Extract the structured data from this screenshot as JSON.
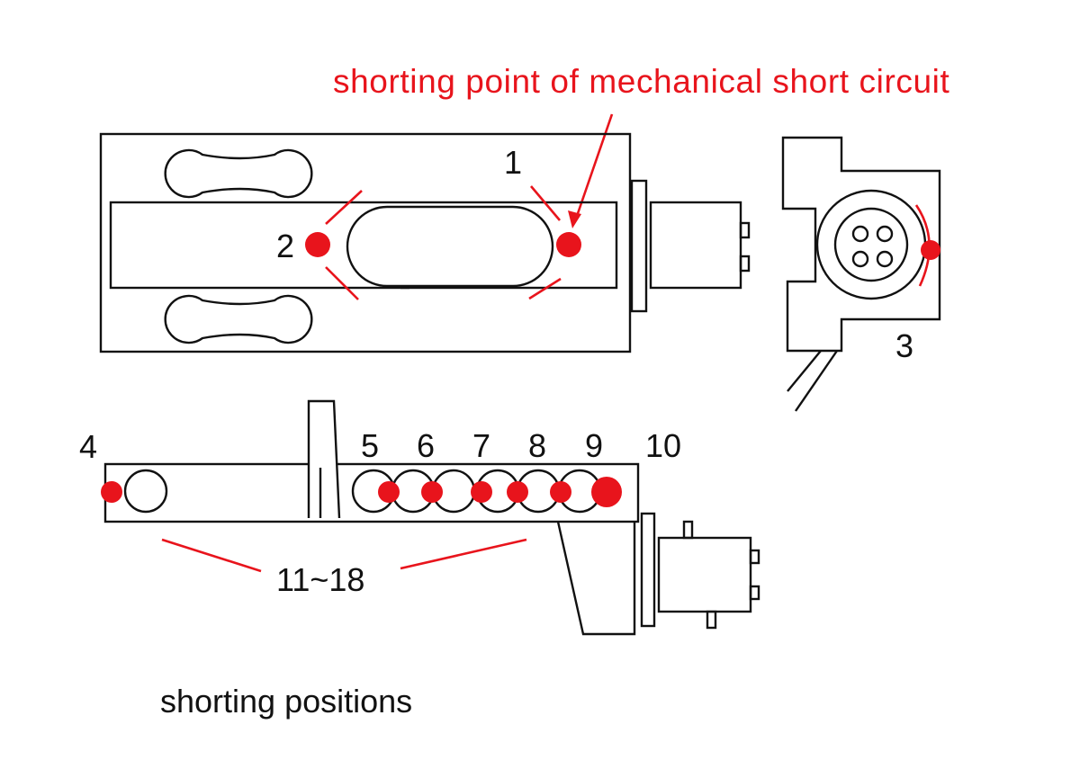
{
  "annotation": {
    "label": "shorting point of mechanical short circuit",
    "color": "#e8141c"
  },
  "caption": "shorting positions",
  "labels": {
    "p1": "1",
    "p2": "2",
    "p3": "3",
    "p4": "4",
    "p5": "5",
    "p6": "6",
    "p7": "7",
    "p8": "8",
    "p9": "9",
    "p10": "10",
    "range": "11~18"
  },
  "colors": {
    "marker": "#e8141c",
    "outline": "#111111",
    "background": "#ffffff"
  }
}
